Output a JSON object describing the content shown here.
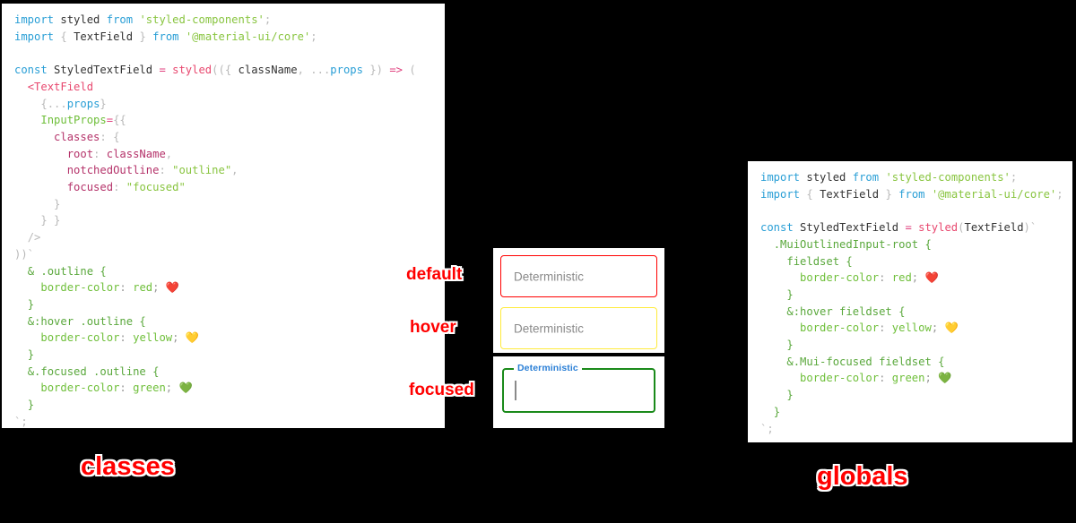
{
  "left_panel": {
    "name": "classes-approach-code",
    "label": "classes",
    "lines": [
      [
        {
          "t": "import",
          "c": "kw"
        },
        {
          "t": " "
        },
        {
          "t": "styled",
          "c": "id"
        },
        {
          "t": " "
        },
        {
          "t": "from",
          "c": "kw"
        },
        {
          "t": " "
        },
        {
          "t": "'styled-components'",
          "c": "str"
        },
        {
          "t": ";",
          "c": "punc"
        }
      ],
      [
        {
          "t": "import",
          "c": "kw"
        },
        {
          "t": " "
        },
        {
          "t": "{",
          "c": "punc"
        },
        {
          "t": " "
        },
        {
          "t": "TextField",
          "c": "id"
        },
        {
          "t": " "
        },
        {
          "t": "}",
          "c": "punc"
        },
        {
          "t": " "
        },
        {
          "t": "from",
          "c": "kw"
        },
        {
          "t": " "
        },
        {
          "t": "'@material-ui/core'",
          "c": "str"
        },
        {
          "t": ";",
          "c": "punc"
        }
      ],
      [
        {
          "t": ""
        }
      ],
      [
        {
          "t": "const",
          "c": "kw"
        },
        {
          "t": " "
        },
        {
          "t": "StyledTextField",
          "c": "id"
        },
        {
          "t": " "
        },
        {
          "t": "=",
          "c": "op"
        },
        {
          "t": " "
        },
        {
          "t": "styled",
          "c": "fn"
        },
        {
          "t": "((",
          "c": "punc"
        },
        {
          "t": "{",
          "c": "punc"
        },
        {
          "t": " "
        },
        {
          "t": "className",
          "c": "id"
        },
        {
          "t": ",",
          "c": "punc"
        },
        {
          "t": " "
        },
        {
          "t": "...",
          "c": "punc"
        },
        {
          "t": "props",
          "c": "blue"
        },
        {
          "t": " "
        },
        {
          "t": "}",
          "c": "punc"
        },
        {
          "t": ") ",
          "c": "punc"
        },
        {
          "t": "=>",
          "c": "op"
        },
        {
          "t": " (",
          "c": "punc"
        }
      ],
      [
        {
          "t": "  "
        },
        {
          "t": "<TextField",
          "c": "fn"
        }
      ],
      [
        {
          "t": "    "
        },
        {
          "t": "{",
          "c": "punc"
        },
        {
          "t": "...",
          "c": "punc"
        },
        {
          "t": "props",
          "c": "blue"
        },
        {
          "t": "}",
          "c": "punc"
        }
      ],
      [
        {
          "t": "    "
        },
        {
          "t": "InputProps",
          "c": "attr"
        },
        {
          "t": "=",
          "c": "op"
        },
        {
          "t": "{{",
          "c": "punc"
        }
      ],
      [
        {
          "t": "      "
        },
        {
          "t": "classes",
          "c": "prop"
        },
        {
          "t": ":",
          "c": "punc"
        },
        {
          "t": " "
        },
        {
          "t": "{",
          "c": "punc"
        }
      ],
      [
        {
          "t": "        "
        },
        {
          "t": "root",
          "c": "prop"
        },
        {
          "t": ":",
          "c": "punc"
        },
        {
          "t": " "
        },
        {
          "t": "className",
          "c": "prop"
        },
        {
          "t": ",",
          "c": "punc"
        }
      ],
      [
        {
          "t": "        "
        },
        {
          "t": "notchedOutline",
          "c": "prop"
        },
        {
          "t": ":",
          "c": "punc"
        },
        {
          "t": " "
        },
        {
          "t": "\"outline\"",
          "c": "str"
        },
        {
          "t": ",",
          "c": "punc"
        }
      ],
      [
        {
          "t": "        "
        },
        {
          "t": "focused",
          "c": "prop"
        },
        {
          "t": ":",
          "c": "punc"
        },
        {
          "t": " "
        },
        {
          "t": "\"focused\"",
          "c": "str"
        }
      ],
      [
        {
          "t": "      "
        },
        {
          "t": "}",
          "c": "punc"
        }
      ],
      [
        {
          "t": "    "
        },
        {
          "t": "} }",
          "c": "punc"
        }
      ],
      [
        {
          "t": "  "
        },
        {
          "t": "/>",
          "c": "punc"
        }
      ],
      [
        {
          "t": "))`",
          "c": "punc"
        }
      ],
      [
        {
          "t": "  "
        },
        {
          "t": "& .outline {",
          "c": "sel"
        }
      ],
      [
        {
          "t": "    "
        },
        {
          "t": "border-color",
          "c": "attr"
        },
        {
          "t": ": ",
          "c": "grey"
        },
        {
          "t": "red",
          "c": "val"
        },
        {
          "t": "; ",
          "c": "grey"
        },
        {
          "t": "❤️",
          "c": "emoji"
        }
      ],
      [
        {
          "t": "  "
        },
        {
          "t": "}",
          "c": "sel"
        }
      ],
      [
        {
          "t": "  "
        },
        {
          "t": "&:hover .outline {",
          "c": "sel"
        }
      ],
      [
        {
          "t": "    "
        },
        {
          "t": "border-color",
          "c": "attr"
        },
        {
          "t": ": ",
          "c": "grey"
        },
        {
          "t": "yellow",
          "c": "val"
        },
        {
          "t": "; ",
          "c": "grey"
        },
        {
          "t": "💛",
          "c": "emoji"
        }
      ],
      [
        {
          "t": "  "
        },
        {
          "t": "}",
          "c": "sel"
        }
      ],
      [
        {
          "t": "  "
        },
        {
          "t": "&.focused .outline {",
          "c": "sel"
        }
      ],
      [
        {
          "t": "    "
        },
        {
          "t": "border-color",
          "c": "attr"
        },
        {
          "t": ": ",
          "c": "grey"
        },
        {
          "t": "green",
          "c": "val"
        },
        {
          "t": "; ",
          "c": "grey"
        },
        {
          "t": "💚",
          "c": "emoji"
        }
      ],
      [
        {
          "t": "  "
        },
        {
          "t": "}",
          "c": "sel"
        }
      ],
      [
        {
          "t": "`;",
          "c": "punc"
        }
      ]
    ]
  },
  "right_panel": {
    "name": "globals-approach-code",
    "label": "globals",
    "lines": [
      [
        {
          "t": "import",
          "c": "kw"
        },
        {
          "t": " "
        },
        {
          "t": "styled",
          "c": "id"
        },
        {
          "t": " "
        },
        {
          "t": "from",
          "c": "kw"
        },
        {
          "t": " "
        },
        {
          "t": "'styled-components'",
          "c": "str"
        },
        {
          "t": ";",
          "c": "punc"
        }
      ],
      [
        {
          "t": "import",
          "c": "kw"
        },
        {
          "t": " "
        },
        {
          "t": "{",
          "c": "punc"
        },
        {
          "t": " "
        },
        {
          "t": "TextField",
          "c": "id"
        },
        {
          "t": " "
        },
        {
          "t": "}",
          "c": "punc"
        },
        {
          "t": " "
        },
        {
          "t": "from",
          "c": "kw"
        },
        {
          "t": " "
        },
        {
          "t": "'@material-ui/core'",
          "c": "str"
        },
        {
          "t": ";",
          "c": "punc"
        }
      ],
      [
        {
          "t": ""
        }
      ],
      [
        {
          "t": "const",
          "c": "kw"
        },
        {
          "t": " "
        },
        {
          "t": "StyledTextField",
          "c": "id"
        },
        {
          "t": " "
        },
        {
          "t": "=",
          "c": "op"
        },
        {
          "t": " "
        },
        {
          "t": "styled",
          "c": "fn"
        },
        {
          "t": "(",
          "c": "punc"
        },
        {
          "t": "TextField",
          "c": "id"
        },
        {
          "t": ")`",
          "c": "punc"
        }
      ],
      [
        {
          "t": "  "
        },
        {
          "t": ".MuiOutlinedInput-root {",
          "c": "sel"
        }
      ],
      [
        {
          "t": "    "
        },
        {
          "t": "fieldset {",
          "c": "sel"
        }
      ],
      [
        {
          "t": "      "
        },
        {
          "t": "border-color",
          "c": "attr"
        },
        {
          "t": ": ",
          "c": "grey"
        },
        {
          "t": "red",
          "c": "val"
        },
        {
          "t": "; ",
          "c": "grey"
        },
        {
          "t": "❤️",
          "c": "emoji"
        }
      ],
      [
        {
          "t": "    "
        },
        {
          "t": "}",
          "c": "sel"
        }
      ],
      [
        {
          "t": "    "
        },
        {
          "t": "&:hover fieldset {",
          "c": "sel"
        }
      ],
      [
        {
          "t": "      "
        },
        {
          "t": "border-color",
          "c": "attr"
        },
        {
          "t": ": ",
          "c": "grey"
        },
        {
          "t": "yellow",
          "c": "val"
        },
        {
          "t": "; ",
          "c": "grey"
        },
        {
          "t": "💛",
          "c": "emoji"
        }
      ],
      [
        {
          "t": "    "
        },
        {
          "t": "}",
          "c": "sel"
        }
      ],
      [
        {
          "t": "    "
        },
        {
          "t": "&.Mui-focused fieldset {",
          "c": "sel"
        }
      ],
      [
        {
          "t": "      "
        },
        {
          "t": "border-color",
          "c": "attr"
        },
        {
          "t": ": ",
          "c": "grey"
        },
        {
          "t": "green",
          "c": "val"
        },
        {
          "t": "; ",
          "c": "grey"
        },
        {
          "t": "💚",
          "c": "emoji"
        }
      ],
      [
        {
          "t": "    "
        },
        {
          "t": "}",
          "c": "sel"
        }
      ],
      [
        {
          "t": "  "
        },
        {
          "t": "}",
          "c": "sel"
        }
      ],
      [
        {
          "t": "`;",
          "c": "punc"
        }
      ]
    ]
  },
  "demo": {
    "fields": {
      "default": {
        "text": "Deterministic",
        "border_color": "#ff0000",
        "state_label": "default"
      },
      "hover": {
        "text": "Deterministic",
        "border_color": "#ffeb3b",
        "state_label": "hover"
      },
      "focused": {
        "label": "Deterministic",
        "value": "",
        "border_color": "#1a8a1a",
        "label_color": "#2a7fd6",
        "state_label": "focused"
      }
    }
  },
  "colors": {
    "background": "#000000",
    "panel": "#ffffff",
    "annotation": "#ff0000",
    "keyword": "#2a9fd6",
    "string": "#89c540",
    "operator": "#e0427f",
    "selector": "#5aa83c",
    "property": "#b5336a"
  }
}
